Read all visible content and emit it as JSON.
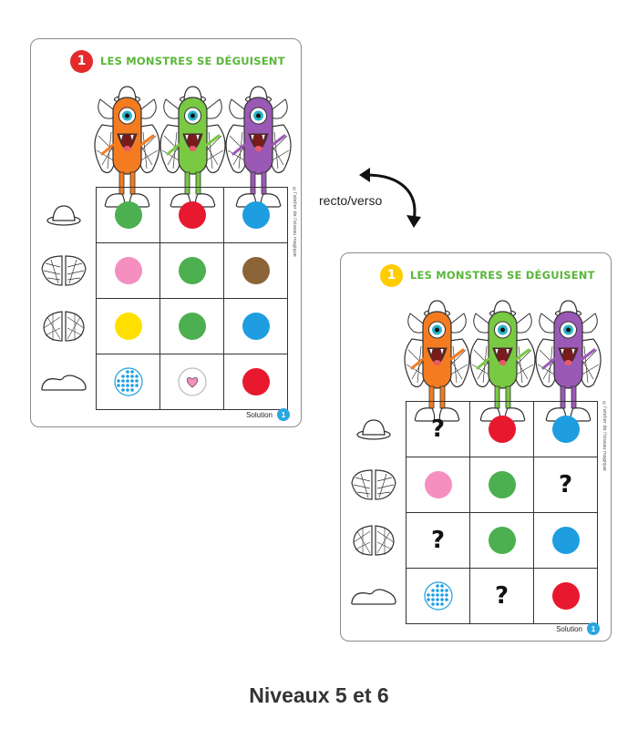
{
  "caption": "Niveaux 5 et 6",
  "flip_label": "recto/verso",
  "colors": {
    "green": "#4caf50",
    "red": "#e8182e",
    "blue": "#1e9ee0",
    "pink": "#f48fc0",
    "brown": "#8b6437",
    "yellow": "#ffe000",
    "title_green": "#5ab63a",
    "badge_red": "#e52a2a",
    "badge_yellow": "#ffcc00",
    "solution_blue": "#2aa6e0"
  },
  "row_icons": [
    "hat-icon",
    "wings-striped-icon",
    "wings-net-icon",
    "shoes-icon"
  ],
  "cards": [
    {
      "id": "front",
      "badge_number": "1",
      "badge_color": "#e52a2a",
      "title": "LES MONSTRES SE DÉGUISENT",
      "copyright": "©l'atelier de l'oiseau magique",
      "solution_label": "Solution",
      "solution_number": "1",
      "grid": [
        [
          "green",
          "red",
          "blue"
        ],
        [
          "pink",
          "green",
          "brown"
        ],
        [
          "yellow",
          "green",
          "blue"
        ],
        [
          "blue-dots",
          "pink-heart",
          "red"
        ]
      ]
    },
    {
      "id": "back",
      "badge_number": "1",
      "badge_color": "#ffcc00",
      "title": "LES MONSTRES SE DÉGUISENT",
      "copyright": "©l'atelier de l'oiseau magique",
      "solution_label": "Solution",
      "solution_number": "1",
      "grid": [
        [
          "question",
          "red",
          "blue"
        ],
        [
          "pink",
          "green",
          "question"
        ],
        [
          "question",
          "green",
          "blue"
        ],
        [
          "blue-dots",
          "question",
          "red"
        ]
      ]
    }
  ]
}
